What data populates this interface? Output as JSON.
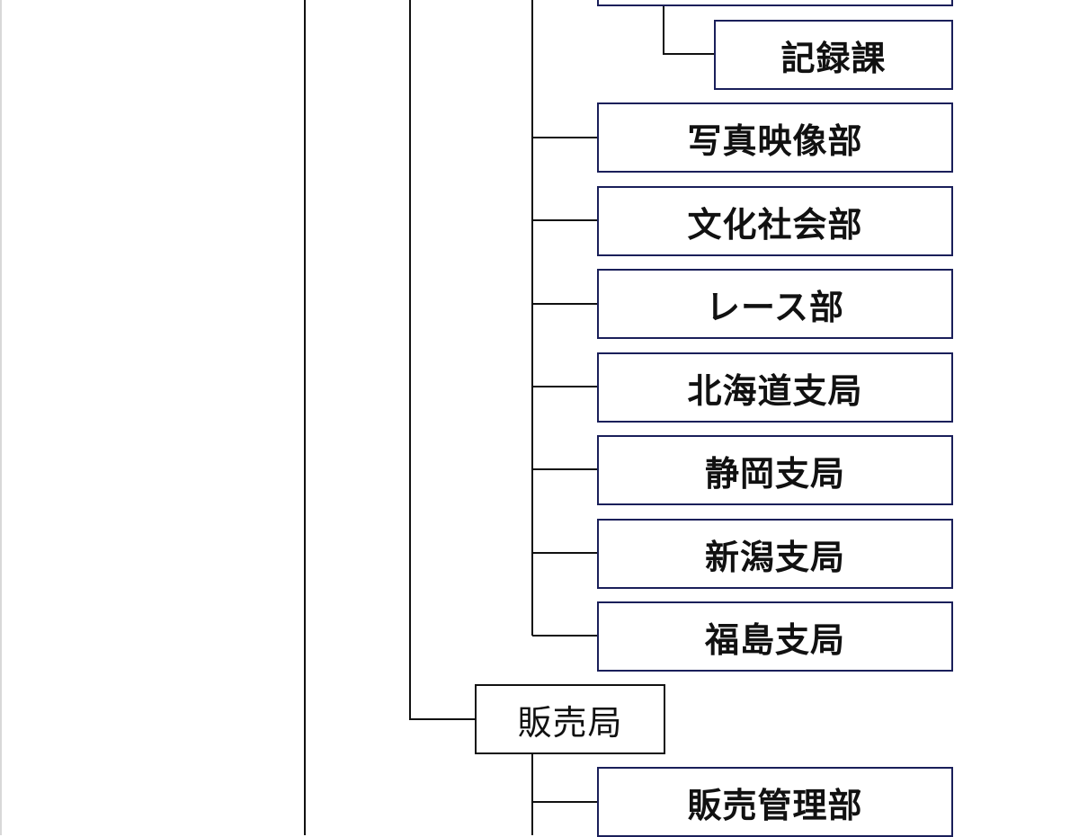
{
  "org_chart": {
    "top_partial_box": {
      "label": ""
    },
    "boxes": {
      "kiroku": "記録課",
      "shashin": "写真映像部",
      "bunka": "文化社会部",
      "race": "レース部",
      "hokkaido": "北海道支局",
      "shizuoka": "静岡支局",
      "niigata": "新潟支局",
      "fukushima": "福島支局",
      "hanbaikyoku": "販売局",
      "hanbai_kanri": "販売管理部"
    },
    "colors": {
      "box_border": "#1a1f5a",
      "connector": "#111111",
      "frame": "#d8d8d8"
    }
  }
}
